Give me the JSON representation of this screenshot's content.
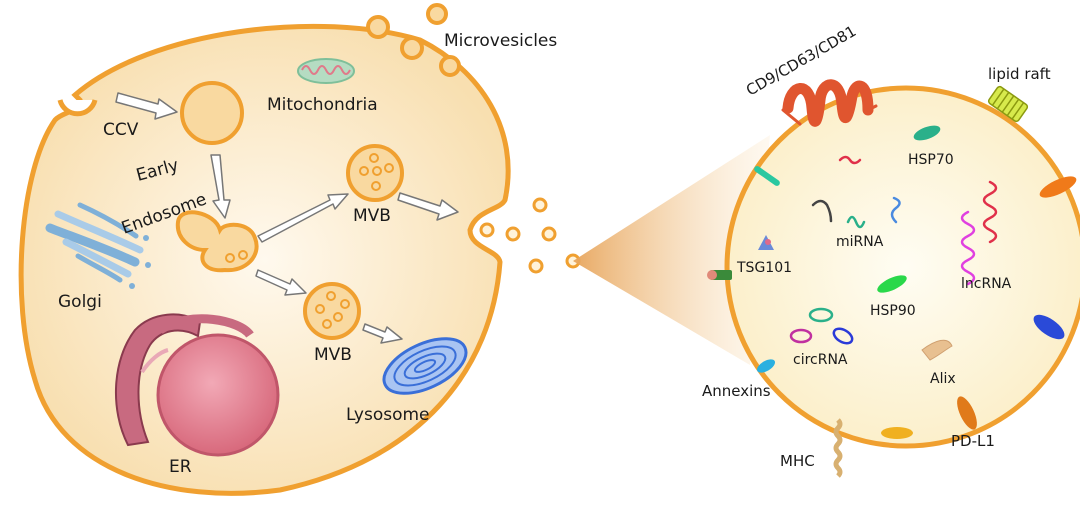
{
  "labels": {
    "microvesicles": "Microvesicles",
    "mitochondria": "Mitochondria",
    "ccv": "CCV",
    "early_endosome_line1": "Early",
    "early_endosome_line2": "Endosome",
    "mvb_top": "MVB",
    "mvb_bottom": "MVB",
    "golgi": "Golgi",
    "lysosome": "Lysosome",
    "er": "ER",
    "tetraspanins": "CD9/CD63/CD81",
    "lipid_raft": "lipid raft",
    "hsp70": "HSP70",
    "mirna": "miRNA",
    "tsg101": "TSG101",
    "lncrna": "lncRNA",
    "hsp90": "HSP90",
    "circrna": "circRNA",
    "alix": "Alix",
    "annexins": "Annexins",
    "mhc": "MHC",
    "pdl1": "PD-L1"
  },
  "colors": {
    "membrane": "#f0a030",
    "cytoplasm": "#fcebc8",
    "cytoplasm_center": "#fff8ea",
    "vesicle_fill": "#f9d9a0",
    "nucleus": "#e07a8a",
    "golgi": "#7fb0d8",
    "lysosome": "#3a6fd8",
    "mitochondria": "#7fbf9a",
    "arrow_fill": "#ffffff",
    "arrow_stroke": "#777777"
  }
}
